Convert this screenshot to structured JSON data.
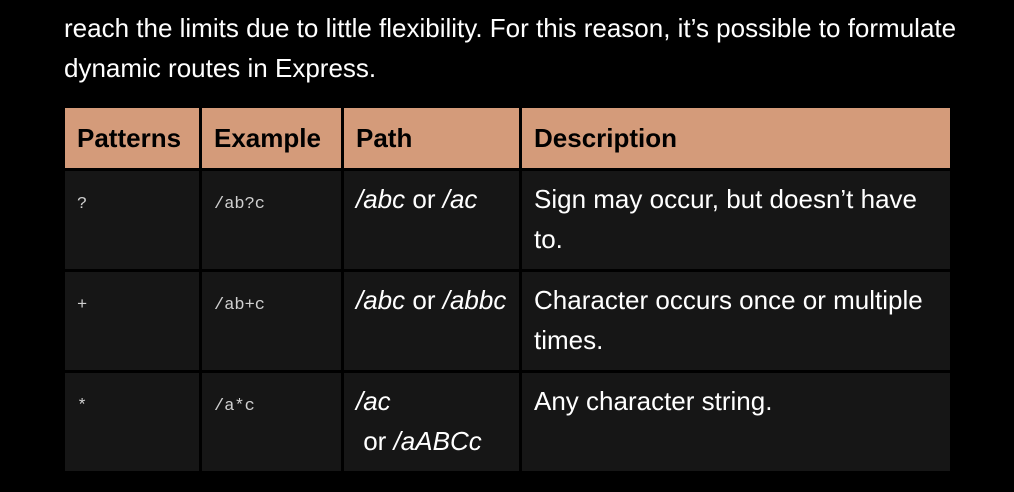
{
  "intro_text": "reach the limits due to little flexibility. For this reason, it’s possible to formulate dynamic routes in Express.",
  "table": {
    "headers": [
      "Patterns",
      "Example",
      "Path",
      "Description"
    ],
    "rows": [
      {
        "pattern": "?",
        "example": "/ab?c",
        "path_a": "/abc",
        "path_sep": " or ",
        "path_b": "/ac",
        "description": "Sign may occur, but doesn’t have to."
      },
      {
        "pattern": "+",
        "example": "/ab+c",
        "path_a": "/abc",
        "path_sep": " or ",
        "path_b": "/abbc",
        "description": "Character occurs once or multiple times."
      },
      {
        "pattern": "*",
        "example": "/a*c",
        "path_a": "/ac",
        "path_sep": " or ",
        "path_b": "/aABCc",
        "description": "Any character string."
      }
    ]
  },
  "colors": {
    "background": "#000000",
    "header_background": "#d49b7a",
    "cell_background": "#161616",
    "text": "#ffffff"
  }
}
